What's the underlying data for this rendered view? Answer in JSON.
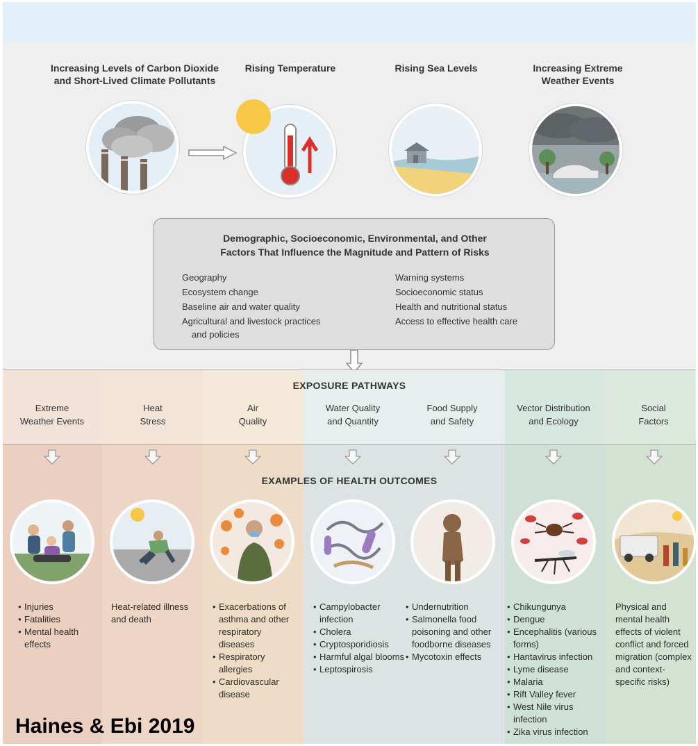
{
  "drivers": [
    {
      "title": "Increasing Levels of Carbon Dioxide and Short-Lived Climate Pollutants",
      "icon": "smokestack-icon"
    },
    {
      "title": "Rising Temperature",
      "icon": "thermometer-icon"
    },
    {
      "title": "Rising Sea Levels",
      "icon": "sea-level-icon"
    },
    {
      "title": "Increasing Extreme Weather Events",
      "icon": "storm-icon"
    }
  ],
  "factors": {
    "title_line1": "Demographic, Socioeconomic, Environmental, and Other",
    "title_line2": "Factors That Influence the Magnitude and Pattern of Risks",
    "left": [
      "Geography",
      "Ecosystem change",
      "Baseline air and water quality",
      "Agricultural and livestock practices",
      "and policies"
    ],
    "right": [
      "Warning systems",
      "Socioeconomic status",
      "Health and nutritional status",
      "Access to effective health care"
    ]
  },
  "exposure_heading": "EXPOSURE PATHWAYS",
  "outcomes_heading": "EXAMPLES OF HEALTH OUTCOMES",
  "pathways": [
    {
      "line1": "Extreme",
      "line2": "Weather Events",
      "color_top": "#f2e2d8",
      "color_bottom": "#ebcfc1"
    },
    {
      "line1": "Heat",
      "line2": "Stress",
      "color_top": "#f4e4d8",
      "color_bottom": "#eed6c6"
    },
    {
      "line1": "Air",
      "line2": "Quality",
      "color_top": "#f5ead9",
      "color_bottom": "#efdcc6"
    },
    {
      "line1": "Water Quality",
      "line2": "and Quantity",
      "color_top": "#e6efed",
      "color_bottom": "#dbe4e2"
    },
    {
      "line1": "Food Supply",
      "line2": "and Safety",
      "color_top": "#e6efed",
      "color_bottom": "#dbe4e2"
    },
    {
      "line1": "Vector Distribution",
      "line2": "and Ecology",
      "color_top": "#d6e7df",
      "color_bottom": "#cfe0d6"
    },
    {
      "line1": "Social",
      "line2": "Factors",
      "color_top": "#dde9de",
      "color_bottom": "#d3e2d3"
    }
  ],
  "outcomes": {
    "extreme_weather": [
      "Injuries",
      "Fatalities",
      "Mental health effects"
    ],
    "heat_stress": "Heat-related illness and death",
    "air_quality": [
      "Exacerbations of asthma and other respiratory diseases",
      "Respiratory allergies",
      "Cardiovascular disease"
    ],
    "water": [
      "Campylobacter infection",
      "Cholera",
      "Cryptosporidiosis",
      "Harmful algal blooms",
      "Leptospirosis"
    ],
    "food": [
      "Undernutrition",
      "Salmonella food poisoning and other foodborne diseases",
      "Mycotoxin effects"
    ],
    "vector": [
      "Chikungunya",
      "Dengue",
      "Encephalitis (various forms)",
      "Hantavirus infection",
      "Lyme disease",
      "Malaria",
      "Rift Valley fever",
      "West Nile virus infection",
      "Zika virus infection"
    ],
    "social": "Physical and mental health effects of violent conflict and forced migration (complex and context-specific risks)"
  },
  "citation": "Haines & Ebi 2019",
  "colors": {
    "background": "#efefef",
    "top_band": "#e3f0f9",
    "box": "#dedede",
    "sun": "#f6c846",
    "thermo_red": "#d9302c"
  }
}
